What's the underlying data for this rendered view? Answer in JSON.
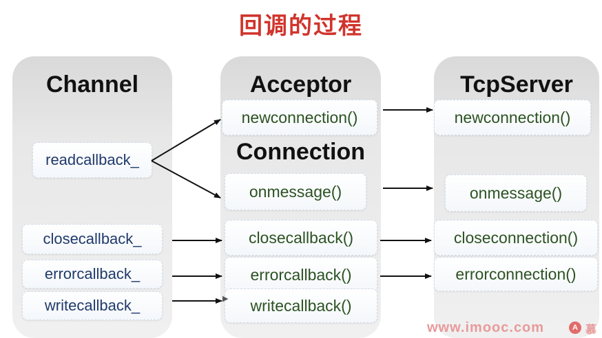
{
  "title": "回调的过程",
  "columns": {
    "channel": {
      "title": "Channel",
      "items": [
        "readcallback_",
        "closecallback_",
        "errorcallback_",
        "writecallback_"
      ]
    },
    "acceptor": {
      "title": "Acceptor",
      "newconnection": "newconnection()"
    },
    "connection": {
      "title": "Connection",
      "items": [
        "onmessage()",
        "closecallback()",
        "errorcallback()",
        "writecallback()"
      ]
    },
    "tcpserver": {
      "title": "TcpServer",
      "items": [
        "newconnection()",
        "onmessage()",
        "closeconnection()",
        "errorconnection()"
      ]
    }
  },
  "watermark": {
    "text": "www.imooc.com",
    "logo_glyph": "A",
    "tail_glyph": "慕"
  },
  "colors": {
    "title": "#d0342c",
    "channel_text": "#1f3a6b",
    "method_text": "#2c5222"
  },
  "icons": {
    "cursor": "mouse-pointer-icon"
  }
}
